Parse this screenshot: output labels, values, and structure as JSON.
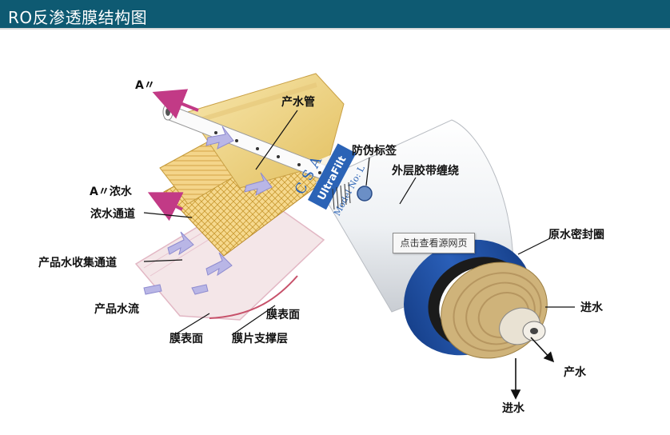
{
  "header": {
    "title": "RO反渗透膜结构图"
  },
  "diagram": {
    "labels": {
      "a_out_top": "A〃",
      "a_concentrate": "A〃浓水",
      "product_tube": "产水管",
      "anti_counterfeit": "防伪标签",
      "outer_tape": "外层胶带缠绕",
      "concentrate_channel": "浓水通道",
      "collection_channel": "产品水收集通道",
      "product_flow": "产品水流",
      "membrane_surface_right": "膜表面",
      "membrane_surface_left": "膜表面",
      "membrane_support": "膜片支撑层",
      "raw_water_seal": "原水密封圈",
      "inlet_right": "进水",
      "product_water": "产水",
      "inlet_bottom": "进水"
    },
    "cylinder_text": {
      "brand": "UltraFilt",
      "model": "Model No: L",
      "letters": "C S A"
    }
  },
  "tooltip": {
    "text": "点击查看源网页"
  },
  "colors": {
    "title_bar": "#0e5a72",
    "cylinder_blue": "#1f4fa0",
    "membrane_yellow": "#f3d98a",
    "arrow_magenta": "#c23a86",
    "arrow_lavender": "#b9b6e6"
  }
}
